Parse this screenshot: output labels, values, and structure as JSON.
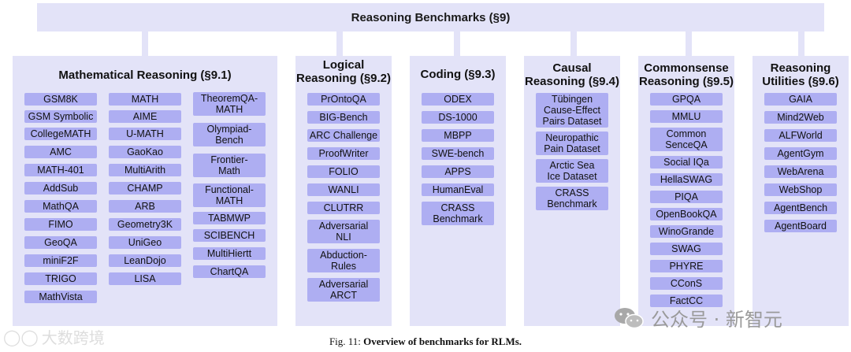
{
  "root": {
    "title": "Reasoning Benchmarks (§9)"
  },
  "panels": [
    {
      "title": "Mathematical Reasoning (§9.1)",
      "columns": [
        [
          "GSM8K",
          "GSM Symbolic",
          "CollegeMATH",
          "AMC",
          "MATH-401",
          "AddSub",
          "MathQA",
          "FIMO",
          "GeoQA",
          "miniF2F",
          "TRIGO",
          "MathVista"
        ],
        [
          "MATH",
          "AIME",
          "U-MATH",
          "GaoKao",
          "MultiArith",
          "CHAMP",
          "ARB",
          "Geometry3K",
          "UniGeo",
          "LeanDojo",
          "LISA"
        ],
        [
          "TheoremQA-\nMATH",
          "Olympiad-\nBench",
          "Frontier-\nMath",
          "Functional-\nMATH",
          "TABMWP",
          "SCIBENCH",
          "MultiHiertt",
          "ChartQA"
        ]
      ]
    },
    {
      "title": "Logical\nReasoning (§9.2)",
      "items": [
        "PrOntoQA",
        "BIG-Bench",
        "ARC Challenge",
        "ProofWriter",
        "FOLIO",
        "WANLI",
        "CLUTRR",
        "Adversarial\nNLI",
        "Abduction-\nRules",
        "Adversarial\nARCT"
      ]
    },
    {
      "title": "Coding (§9.3)",
      "items": [
        "ODEX",
        "DS-1000",
        "MBPP",
        "SWE-bench",
        "APPS",
        "HumanEval",
        "CRASS\nBenchmark"
      ]
    },
    {
      "title": "Causal\nReasoning (§9.4)",
      "items": [
        "Tübingen\nCause-Effect\nPairs Dataset",
        "Neuropathic\nPain Dataset",
        "Arctic Sea\nIce Dataset",
        "CRASS\nBenchmark"
      ]
    },
    {
      "title": "Commonsense\nReasoning (§9.5)",
      "items": [
        "GPQA",
        "MMLU",
        "Common\nSenceQA",
        "Social IQa",
        "HellaSWAG",
        "PIQA",
        "OpenBookQA",
        "WinoGrande",
        "SWAG",
        "PHYRE",
        "CConS",
        "FactCC"
      ]
    },
    {
      "title": "Reasoning\nUtilities (§9.6)",
      "items": [
        "GAIA",
        "Mind2Web",
        "ALFWorld",
        "AgentGym",
        "WebArena",
        "WebShop",
        "AgentBench",
        "AgentBoard"
      ]
    }
  ],
  "caption": {
    "prefix": "Fig. 11:",
    "title": "Overview of benchmarks for RLMs."
  },
  "watermarks": {
    "left": "大数跨境",
    "right": "公众号 · 新智元"
  },
  "colors": {
    "panel": "#e3e3f8",
    "chip": "#aeaef2"
  }
}
